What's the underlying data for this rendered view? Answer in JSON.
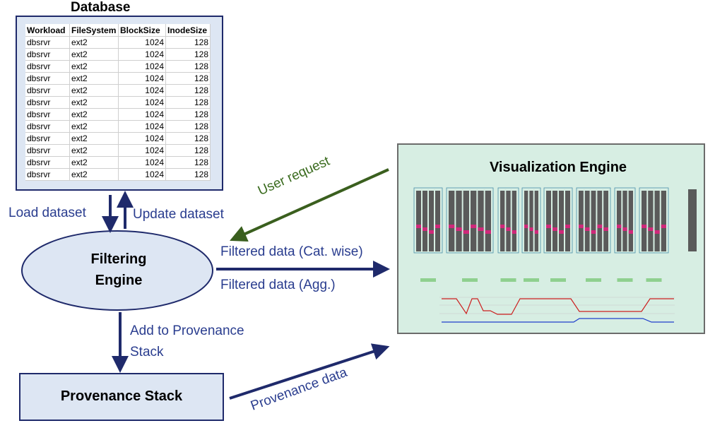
{
  "database": {
    "title": "Database",
    "headers": [
      "Workload",
      "FileSystem",
      "BlockSize",
      "InodeSize"
    ],
    "rows": [
      [
        "dbsrvr",
        "ext2",
        "1024",
        "128"
      ],
      [
        "dbsrvr",
        "ext2",
        "1024",
        "128"
      ],
      [
        "dbsrvr",
        "ext2",
        "1024",
        "128"
      ],
      [
        "dbsrvr",
        "ext2",
        "1024",
        "128"
      ],
      [
        "dbsrvr",
        "ext2",
        "1024",
        "128"
      ],
      [
        "dbsrvr",
        "ext2",
        "1024",
        "128"
      ],
      [
        "dbsrvr",
        "ext2",
        "1024",
        "128"
      ],
      [
        "dbsrvr",
        "ext2",
        "1024",
        "128"
      ],
      [
        "dbsrvr",
        "ext2",
        "1024",
        "128"
      ],
      [
        "dbsrvr",
        "ext2",
        "1024",
        "128"
      ],
      [
        "dbsrvr",
        "ext2",
        "1024",
        "128"
      ],
      [
        "dbsrvr",
        "ext2",
        "1024",
        "128"
      ]
    ]
  },
  "labels": {
    "load_dataset": "Load dataset",
    "update_dataset": "Update dataset",
    "user_request": "User request",
    "filtered_cat": "Filtered data (Cat. wise)",
    "filtered_agg": "Filtered data (Agg.)",
    "add_provenance_line1": "Add to Provenance",
    "add_provenance_line2": "Stack",
    "provenance_data": "Provenance data"
  },
  "filtering_engine": {
    "line1": "Filtering",
    "line2": "Engine"
  },
  "provenance_stack": {
    "title": "Provenance Stack"
  },
  "visualization_engine": {
    "title": "Visualization Engine"
  },
  "colors": {
    "arrow_blue": "#1f2a6b",
    "label_blue": "#2a3d8f",
    "arrow_green": "#3a5f1e",
    "label_green": "#3a6b1e",
    "box_fill": "#dde6f3",
    "ellipse_fill": "#dde6f3",
    "vis_fill": "#d7eee3"
  }
}
